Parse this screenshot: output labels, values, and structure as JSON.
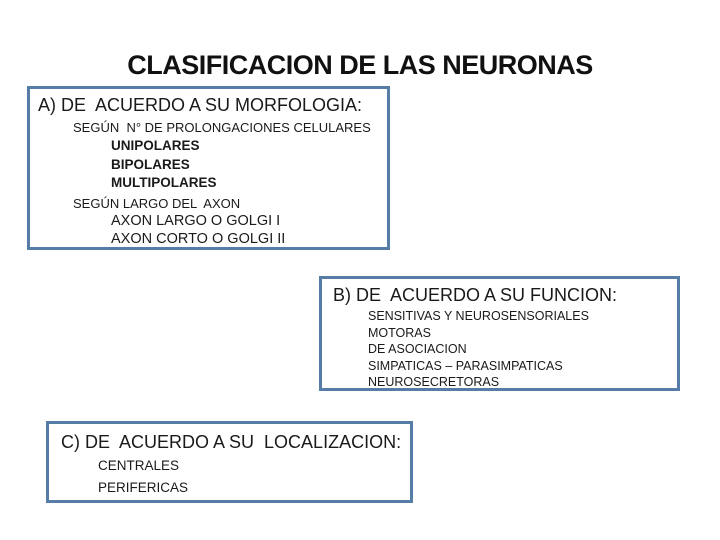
{
  "slide": {
    "title": "CLASIFICACION DE LAS NEURONAS",
    "colors": {
      "background": "#ffffff",
      "box_border": "#567da8",
      "text": "#1a1a1a"
    },
    "sections": {
      "a": {
        "heading": "A) DE  ACUERDO A SU MORFOLOGIA:",
        "group1_label": "SEGÚN  N° DE PROLONGACIONES CELULARES",
        "group1_items": [
          "UNIPOLARES",
          "BIPOLARES",
          "MULTIPOLARES"
        ],
        "group2_label": "SEGÚN LARGO DEL  AXON",
        "group2_items": [
          "AXON LARGO O GOLGI I",
          "AXON CORTO O GOLGI II"
        ]
      },
      "b": {
        "heading": "B) DE  ACUERDO A SU FUNCION:",
        "items": [
          "SENSITIVAS Y NEUROSENSORIALES",
          "MOTORAS",
          "DE ASOCIACION",
          "SIMPATICAS – PARASIMPATICAS",
          "NEUROSECRETORAS"
        ]
      },
      "c": {
        "heading": "C) DE  ACUERDO A SU  LOCALIZACION:",
        "items": [
          "CENTRALES",
          "PERIFERICAS"
        ]
      }
    }
  }
}
